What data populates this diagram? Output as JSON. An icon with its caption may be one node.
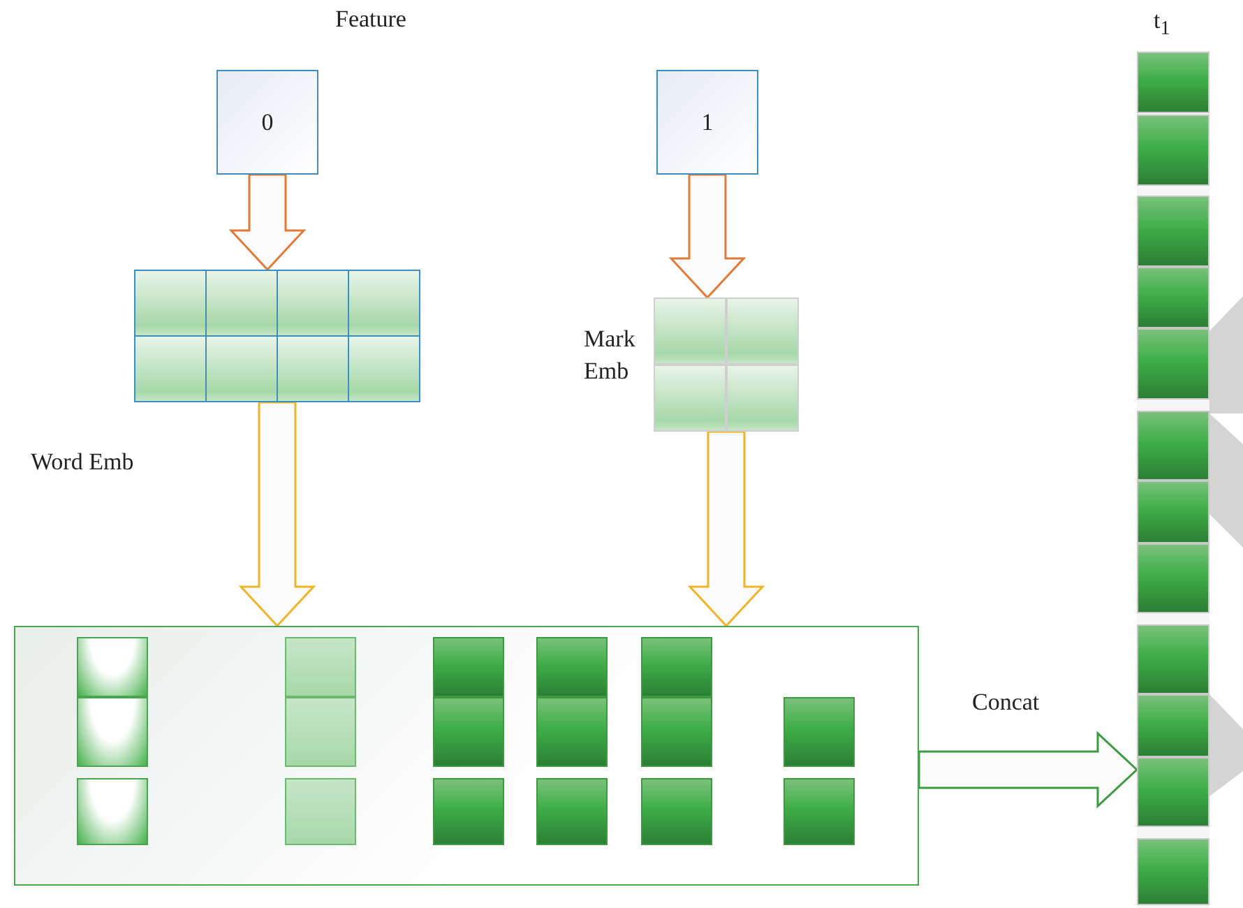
{
  "diagram": {
    "title": "Feature",
    "nodes": [
      {
        "text": [
          "0"
        ]
      },
      {
        "text": [
          "1"
        ]
      },
      {
        "text": [],
        "shape": "box",
        "beside": [
          "Word Emb"
        ]
      },
      {
        "text": [],
        "shape": "box",
        "beside": [
          "Mark Emb"
        ]
      },
      {
        "text": [],
        "shape": "box"
      },
      {
        "text": [],
        "shape": "bar",
        "beside": [
          "t$_{1}$"
        ]
      }
    ],
    "edges": [
      {
        "from": 0,
        "to": 2,
        "arrow": "to",
        "color": "#e07b39"
      },
      {
        "from": 1,
        "to": 3,
        "arrow": "to",
        "color": "#e07b39"
      },
      {
        "from": 2,
        "to": 4,
        "arrow": "to",
        "color": "#f0b429"
      },
      {
        "from": 3,
        "to": 4,
        "arrow": "to",
        "color": "#f0b429"
      },
      {
        "from": 4,
        "to": 5,
        "arrow": "to",
        "label": "Concat",
        "color": "#3c9a40"
      }
    ]
  }
}
